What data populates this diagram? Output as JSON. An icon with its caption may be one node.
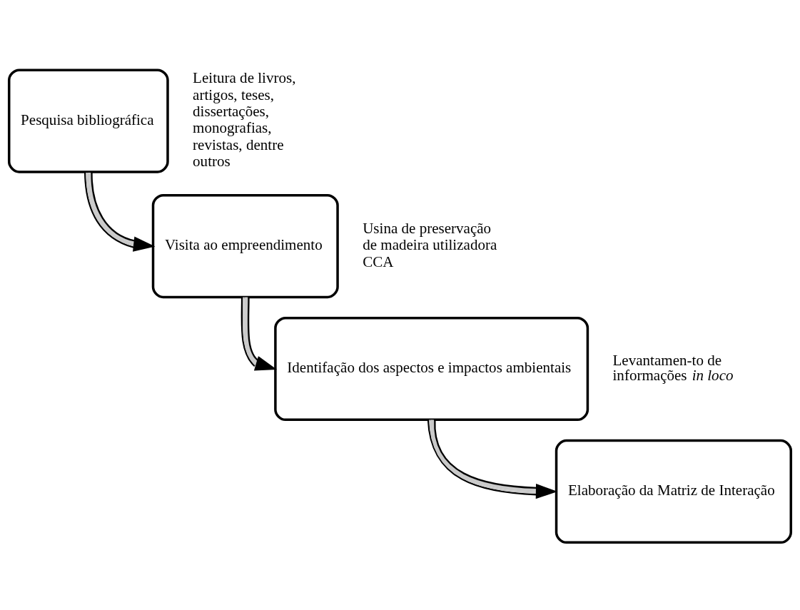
{
  "diagram": {
    "nodes": [
      {
        "text": [
          "Pesquisa bibliográfica"
        ],
        "beside": [
          "Leitura de livros, artigos, teses, dissertações, monografias,  revistas, dentre outros"
        ]
      },
      {
        "text": [
          "Visita ao empreendimento"
        ],
        "beside": [
          "Usina de preservação de madeira utilizadora CCA"
        ]
      },
      {
        "text": [
          "Identifação dos aspectos e impactos ambientais"
        ],
        "beside": [
          "Levantamen-to de informações *in loco*"
        ]
      },
      {
        "text": [
          "Elaboração da Matriz de Interação"
        ]
      }
    ],
    "edges": [
      {
        "from": 0,
        "to": 1,
        "arrow": "to"
      },
      {
        "from": 1,
        "to": 2,
        "arrow": "to"
      },
      {
        "from": 2,
        "to": 3,
        "arrow": "to"
      }
    ]
  }
}
